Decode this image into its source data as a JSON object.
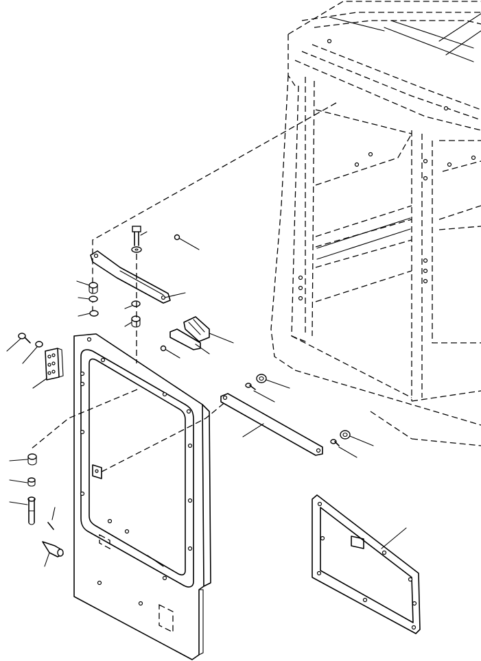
{
  "diagram": {
    "type": "exploded-parts-view",
    "labels_present": false,
    "line_color": "#000000",
    "background": "#ffffff",
    "parts": [
      "cab-frame",
      "door-panel",
      "hinge-bar",
      "door-stay-rod",
      "side-cover-panel",
      "hinge-plate",
      "latch-bracket",
      "striker-pin",
      "door-knob",
      "bolt",
      "washer",
      "spacer",
      "rubber-bumper",
      "screw"
    ]
  }
}
